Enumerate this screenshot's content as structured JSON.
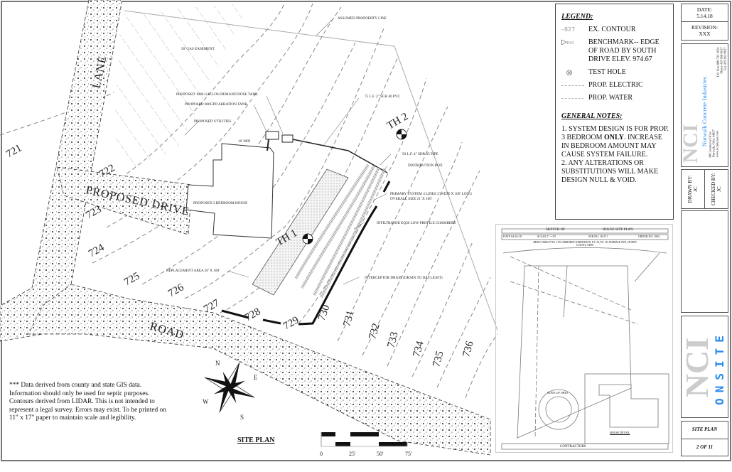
{
  "sheet": {
    "title": "SITE PLAN",
    "note": "*** Data derived from county and state GIS data. Information should only be used for septic purposes. Contours derived from LIDAR. This is not intended to represent a legal survey. Errors may exist. To be printed on 11\" x 17\" paper to maintain scale and legibility.",
    "scale_labels": [
      "0",
      "25'",
      "50'",
      "75'"
    ],
    "compass": {
      "n": "N",
      "e": "E",
      "s": "S",
      "w": "W"
    }
  },
  "plan": {
    "roads": {
      "lane": "LANE",
      "drive": "PROPOSED DRIVE",
      "road": "ROAD"
    },
    "labels": {
      "property_line": "ASSUMED PROPOERTY LINE",
      "gas_easement": "50' GAS EASEMENT",
      "dose_tank": "PROPOSED 1000 GALLON DEMAND DOSE TANK",
      "aeration_tank": "PROPOSED 600GPD AERATION TANK",
      "utilities": "PROPOSED UTILITIES",
      "min": "10' MIN",
      "house": "PROPOSED 3 BEDROOM HOUSE",
      "pvc": "75 L.F. 2\" SCH 40 PVC",
      "sdr_pipe": "50 L.F. 4\" SDR 35 PIPE",
      "distribution_box": "DISTRIBUTION BOX",
      "primary_system_1": "PRIMARY SYSTEM 4 LINES 2' WIDE X 100' LONG",
      "primary_system_2": "OVERALL SIZE 21' X 100'",
      "chambers": "INFILTRATOR EQ36 LOW PROFILE CHAMBERS",
      "replacement": "REPLACEMENT AREA 20' X 100'",
      "interceptor": "INTERCEPTOR DRAIN (DRAIN TO DAYLIGHT)",
      "th1": "TH 1",
      "th2": "TH 2"
    },
    "contours": [
      "721",
      "722",
      "723",
      "724",
      "725",
      "726",
      "727",
      "728",
      "729",
      "730",
      "731",
      "732",
      "733",
      "734",
      "735",
      "736"
    ]
  },
  "legend": {
    "title": "LEGEND:",
    "contour_sample": "827",
    "bm_sample": "BM",
    "items": [
      {
        "icon": "contour-line",
        "label": "EX. CONTOUR"
      },
      {
        "icon": "benchmark-triangle",
        "label": "BENCHMARK-- EDGE OF ROAD BY SOUTH DRIVE ELEV. 974.67"
      },
      {
        "icon": "test-hole-circle",
        "label": "TEST HOLE"
      },
      {
        "icon": "dash-dot-line",
        "label": "PROP. ELECTRIC"
      },
      {
        "icon": "dash-dot-line",
        "label": "PROP. WATER"
      }
    ],
    "notes_title": "GENERAL NOTES:",
    "note1_a": "1.  SYSTEM DESIGN IS FOR PROP. 3 BEDROOM ",
    "note1_b": "ONLY",
    "note1_c": ". INCREASE IN BEDROOM AMOUNT MAY CAUSE SYSTEM FAILURE.",
    "note2": "2.  ANY ALTERATIONS OR SUBSTITUTIONS WILL MAKE DESIGN NULL & VOID."
  },
  "title_block": {
    "date_label": "DATE:",
    "date": "5.14.18",
    "revision_label": "REVISION:",
    "revision": "XXX",
    "company_logo": "NCI",
    "company": "Norwalk Concrete Industries",
    "address": [
      "80 Commerce Drive",
      "Norwalk, Ohio 44857",
      "www.nciprecast.com"
    ],
    "phones": [
      "Toll Free 800 733 3624",
      "Phone 419 668 8167",
      "Fax 419 663 0627"
    ],
    "drawn_by_label": "DRAWN BY:",
    "drawn_by": "JC",
    "checked_by_label": "CHECKED BY:",
    "checked_by": "JC",
    "onsite": "ONSITE",
    "sheet_name": "SITE PLAN",
    "sheet_number": "2 OF 11",
    "accent": "#2a8cf0"
  },
  "inset": {
    "title_a": "SKETCH OF",
    "title_b": "HOUSE SITE PLAN",
    "date": "DATE 04-16-18",
    "scale": "SCALE 1\" = 50'",
    "job": "JOB NO. 18-271",
    "order": "ORDER NO. 4992",
    "desc": "BEING SUBLOT NO. 2 IN CHEROKEE SUBDIVISION, P.V. 18, PG. 38, NORWALK TWP., HURON COUNTY, OHIO",
    "house_detail": "HOUSE DETAIL",
    "seal": "STATE OF OHIO",
    "contractors": "CONTRACTORS"
  }
}
